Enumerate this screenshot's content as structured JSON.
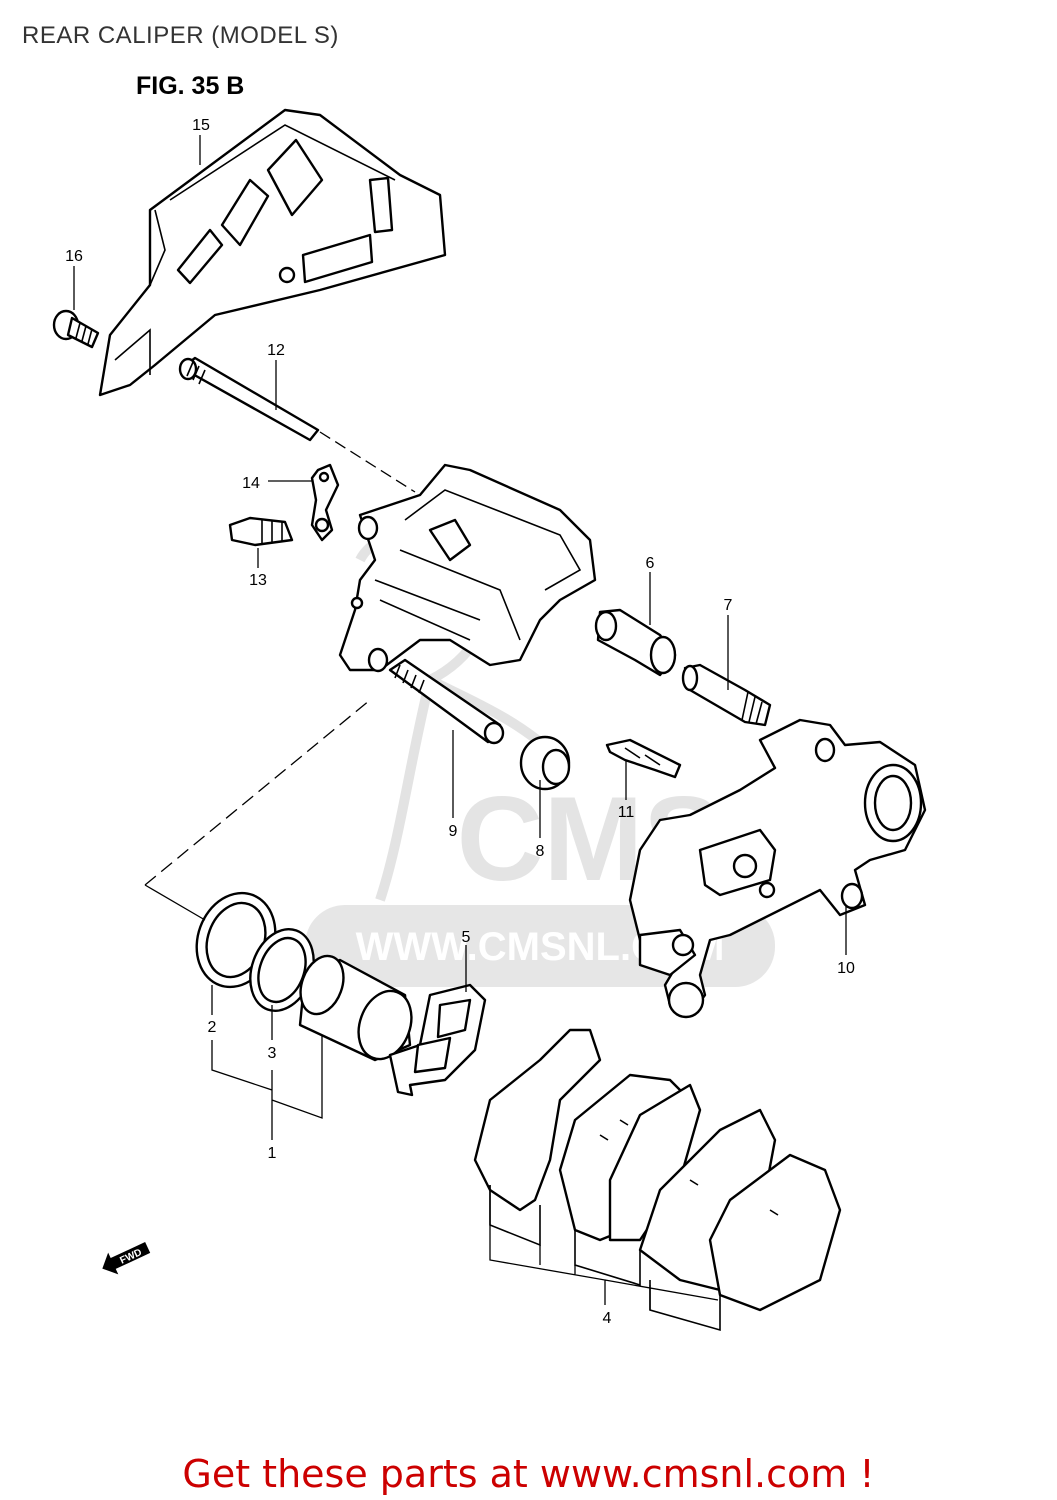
{
  "page": {
    "title": "REAR CALIPER (MODEL S)"
  },
  "figure": {
    "label": "FIG. 35 B",
    "fwd_arrow_text": "FWD",
    "watermark_text": "CMS",
    "watermark_url": "WWW.CMSNL.COM"
  },
  "callouts": [
    "1",
    "2",
    "3",
    "4",
    "5",
    "6",
    "7",
    "8",
    "9",
    "10",
    "11",
    "12",
    "13",
    "14",
    "15",
    "16"
  ],
  "cta": {
    "text": "Get these parts at www.cmsnl.com !",
    "color": "#cc0000"
  }
}
